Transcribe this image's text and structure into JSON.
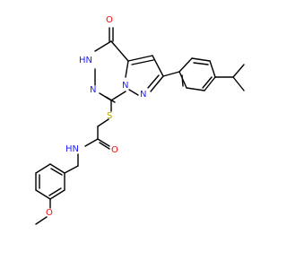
{
  "colors": {
    "bond": "#000000",
    "nitrogen": "#1f1fff",
    "oxygen": "#ff0000",
    "sulfur": "#b8a000",
    "background": "#ffffff"
  },
  "atoms": {
    "carbonyl_o_top": "O",
    "nh_ring": "HN",
    "ring_n_left": "N",
    "ring_n_bridge": "N",
    "pyrazole_n": "N",
    "thioether_s": "S",
    "amide_o": "O",
    "amide_nh": "HN",
    "methoxy_o": "O"
  }
}
